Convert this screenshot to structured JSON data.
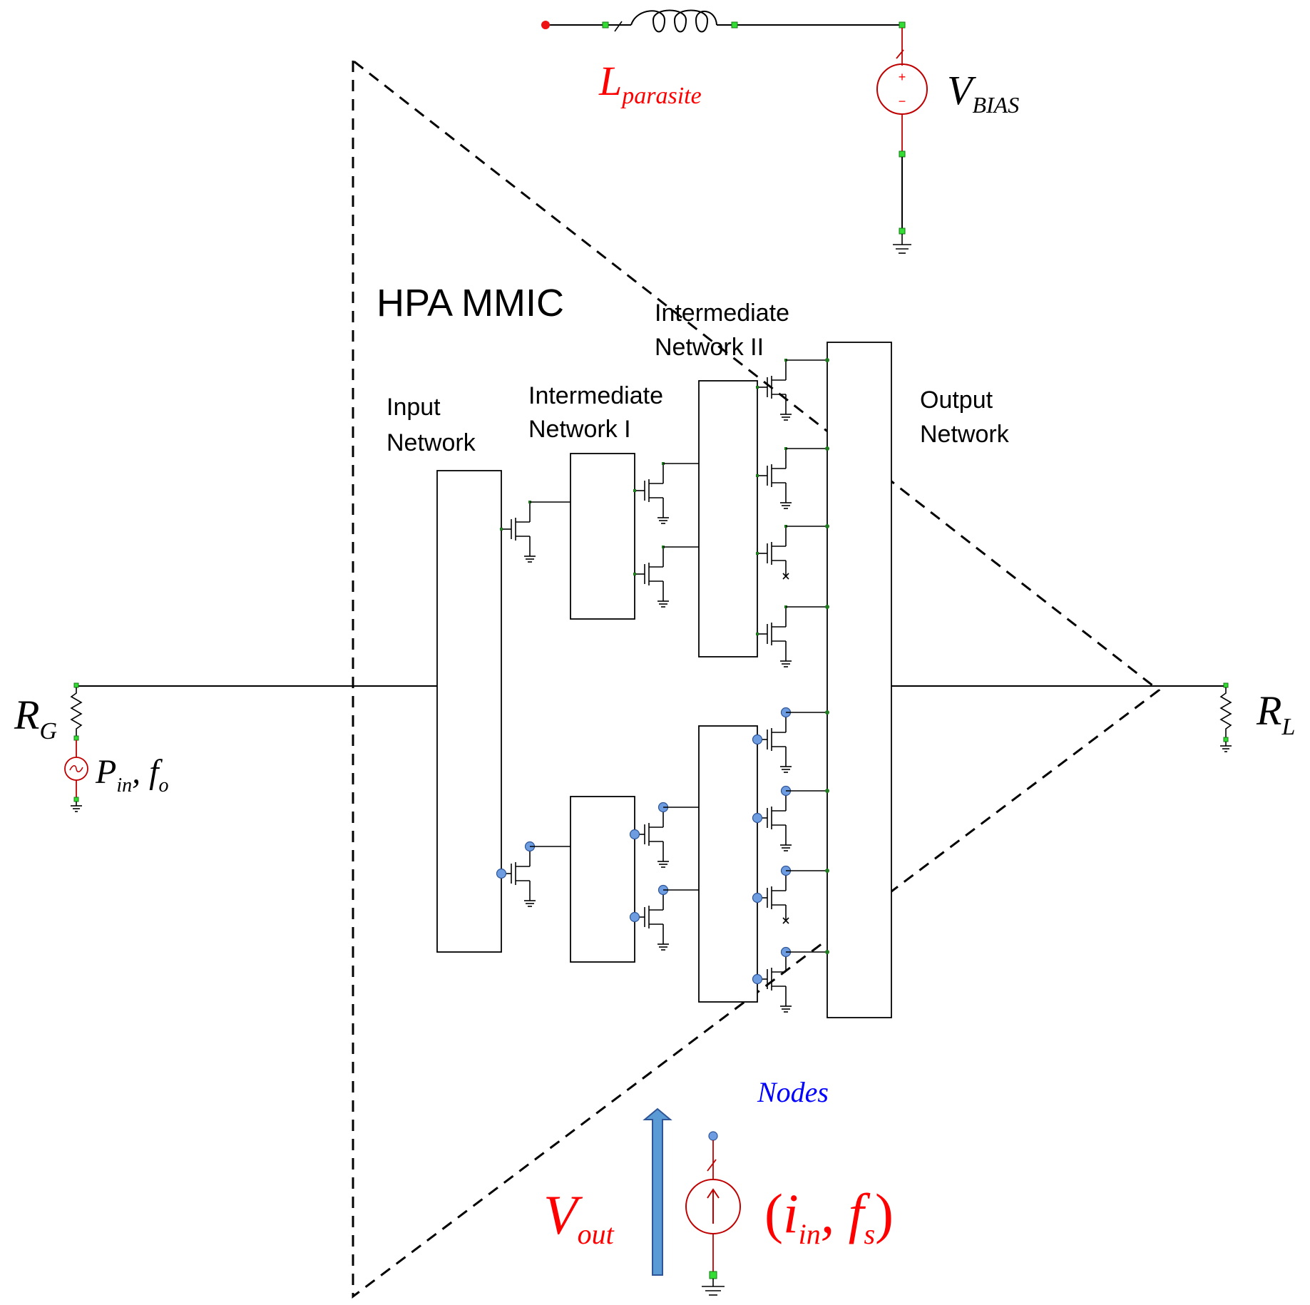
{
  "labels": {
    "title": "HPA MMIC",
    "input_network": [
      "Input",
      "Network"
    ],
    "intermediate_network_1": [
      "Intermediate",
      "Network I"
    ],
    "intermediate_network_2": [
      "Intermediate",
      "Network II"
    ],
    "output_network": [
      "Output",
      "Network"
    ],
    "nodes": "Nodes"
  },
  "symbols": {
    "inductor": {
      "main": "L",
      "sub": "parasite"
    },
    "bias_source": {
      "main": "V",
      "sub": "BIAS"
    },
    "generator_resistor": {
      "main": "R",
      "sub": "G"
    },
    "load_resistor": {
      "main": "R",
      "sub": "L"
    },
    "input_source": {
      "p": "P",
      "p_sub": "in",
      "sep": ", ",
      "f": "f",
      "f_sub": "o"
    },
    "output_voltage": {
      "main": "V",
      "sub": "out"
    },
    "current_source": {
      "open": "(",
      "i": "i",
      "i_sub": "in",
      "sep": ", ",
      "f": "f",
      "f_sub": "s",
      "close": ")"
    },
    "source_signs": {
      "plus": "+",
      "minus": "−"
    }
  },
  "colors": {
    "wire": "#000000",
    "red_annotation": "#ff0000",
    "nodes_label": "#0000ff",
    "node_marker": "#6d9de0",
    "pad": "#33dd33",
    "arrow": "#5b9bd5"
  },
  "icons": [
    "inductor-icon",
    "voltage-source-icon",
    "resistor-icon",
    "ac-source-icon",
    "current-source-icon",
    "ground-icon",
    "transistor-icon",
    "up-arrow-icon"
  ]
}
